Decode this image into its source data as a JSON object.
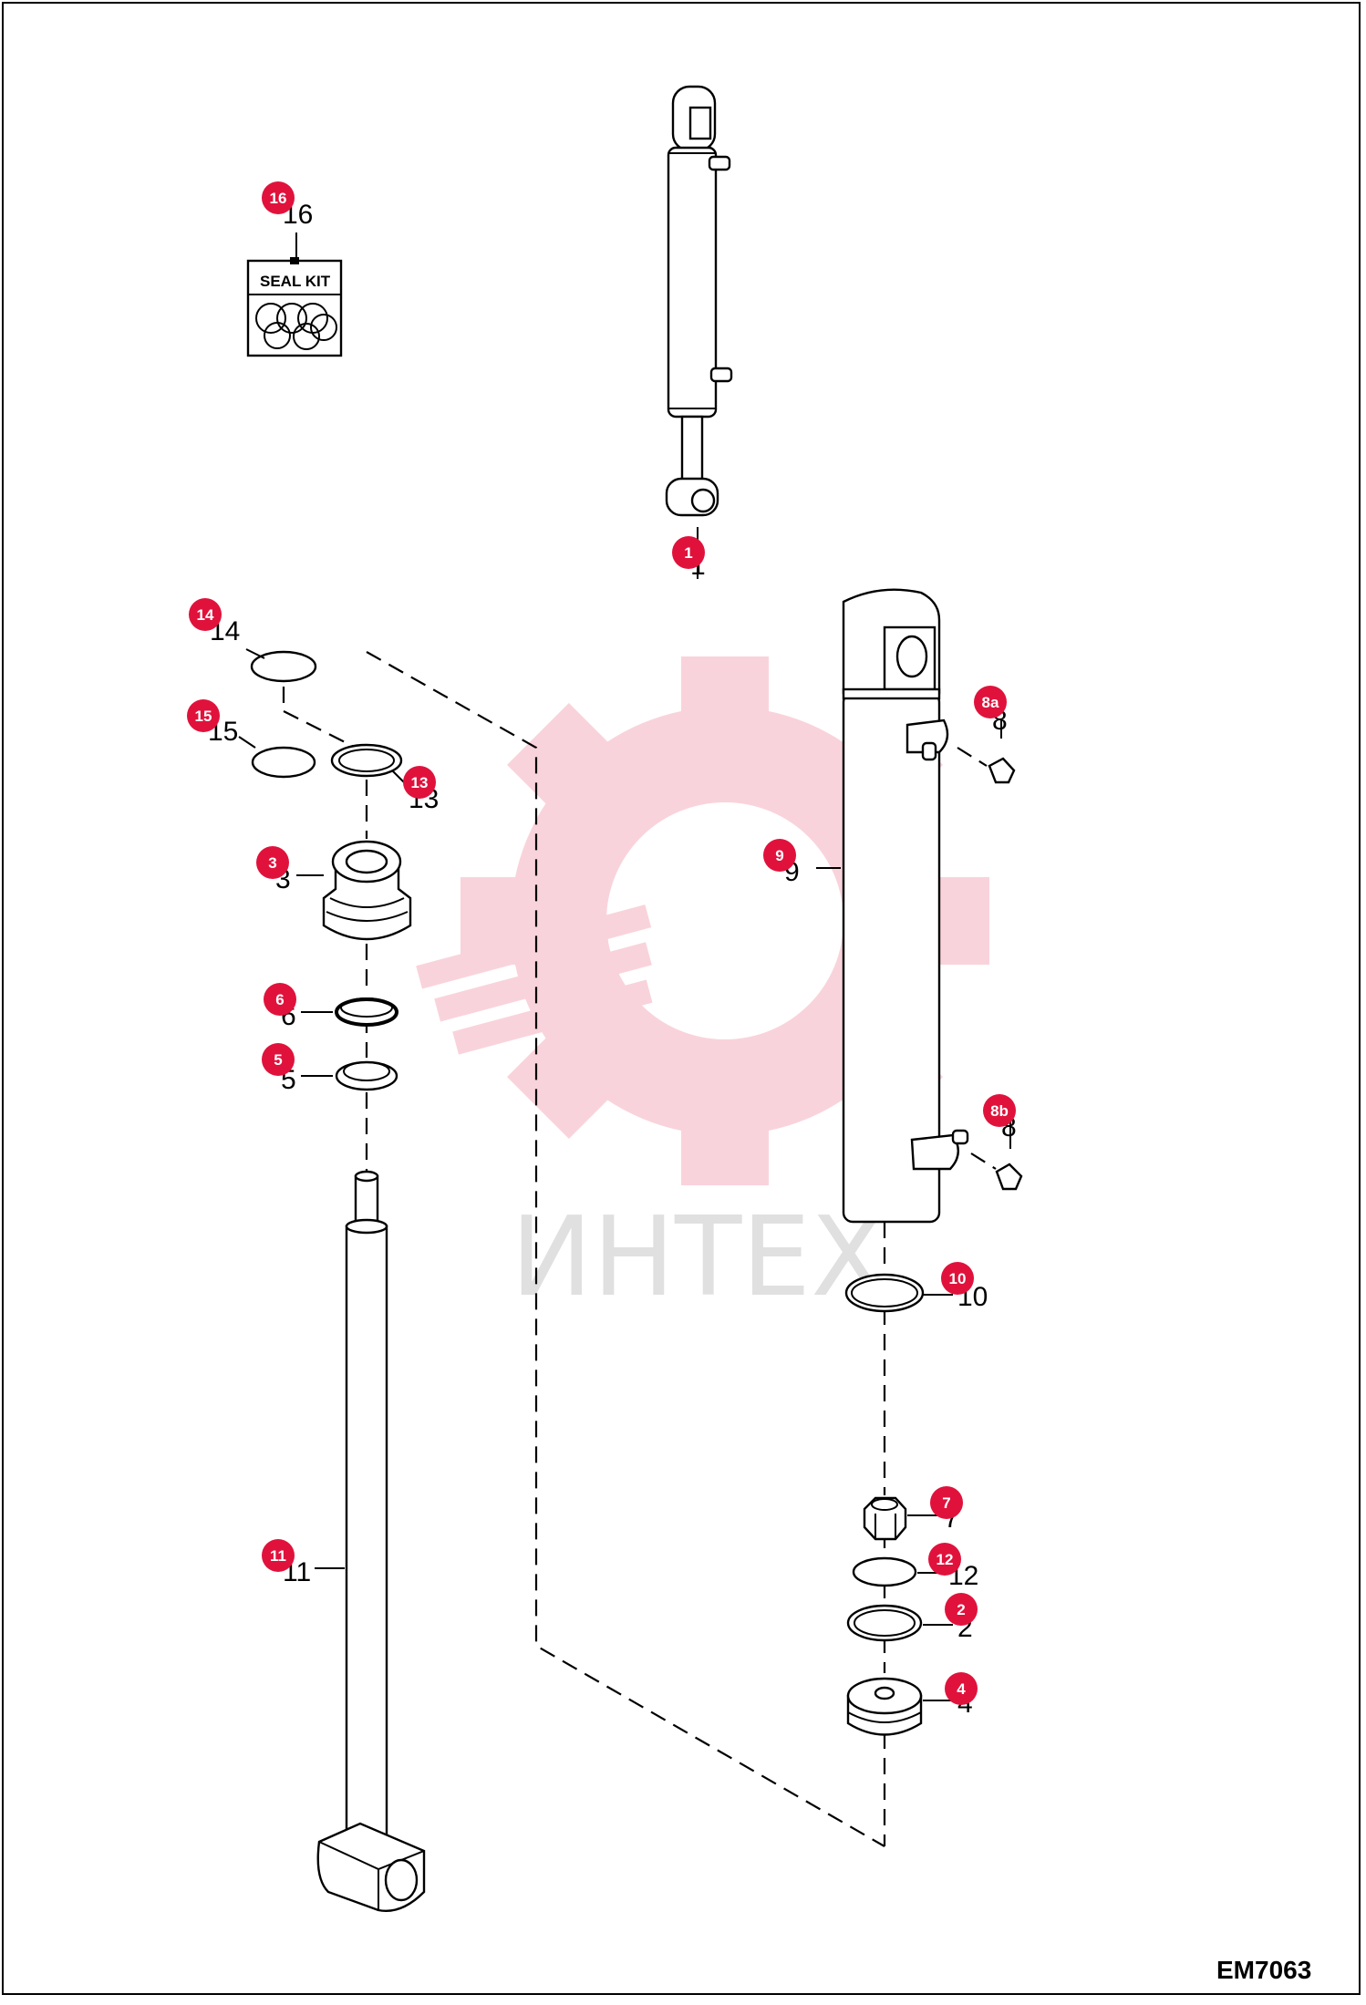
{
  "diagram": {
    "drawing_code": "EM7063",
    "watermark": "ИНТЕХ",
    "seal_kit_label": "SEAL KIT",
    "accent_color": "#e0123c",
    "callouts": [
      {
        "id": "1",
        "ref": "1"
      },
      {
        "id": "2",
        "ref": "2"
      },
      {
        "id": "3",
        "ref": "3"
      },
      {
        "id": "4",
        "ref": "4"
      },
      {
        "id": "5",
        "ref": "5"
      },
      {
        "id": "6",
        "ref": "6"
      },
      {
        "id": "7",
        "ref": "7"
      },
      {
        "id": "8a",
        "ref": "8"
      },
      {
        "id": "8b",
        "ref": "8"
      },
      {
        "id": "9",
        "ref": "9"
      },
      {
        "id": "10",
        "ref": "10"
      },
      {
        "id": "11",
        "ref": "11"
      },
      {
        "id": "12",
        "ref": "12"
      },
      {
        "id": "13",
        "ref": "13"
      },
      {
        "id": "14",
        "ref": "14"
      },
      {
        "id": "15",
        "ref": "15"
      },
      {
        "id": "16",
        "ref": "16"
      }
    ]
  }
}
